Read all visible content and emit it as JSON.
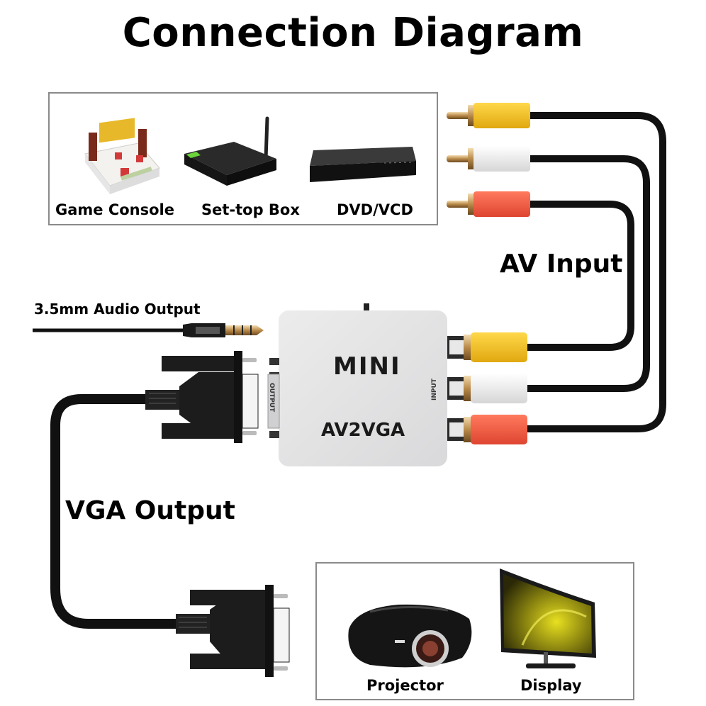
{
  "title": "Connection Diagram",
  "input_devices": {
    "items": [
      {
        "label": "Game Console",
        "icon": "game-console-icon"
      },
      {
        "label": "Set-top Box",
        "icon": "set-top-box-icon"
      },
      {
        "label": "DVD/VCD",
        "icon": "dvd-player-icon"
      }
    ]
  },
  "output_devices": {
    "items": [
      {
        "label": "Projector",
        "icon": "projector-icon"
      },
      {
        "label": "Display",
        "icon": "monitor-icon"
      }
    ]
  },
  "labels": {
    "av_input": "AV Input",
    "vga_output": "VGA Output",
    "audio_output": "3.5mm Audio Output"
  },
  "adapter": {
    "brand": "MINI",
    "model": "AV2VGA",
    "output_port_label": "OUTPUT",
    "input_port_label": "INPUT"
  },
  "rca_colors": {
    "video": "#f2c21a",
    "audio_left": "#eeeeee",
    "audio_right": "#ee5a40"
  },
  "cable_color": "#111111"
}
